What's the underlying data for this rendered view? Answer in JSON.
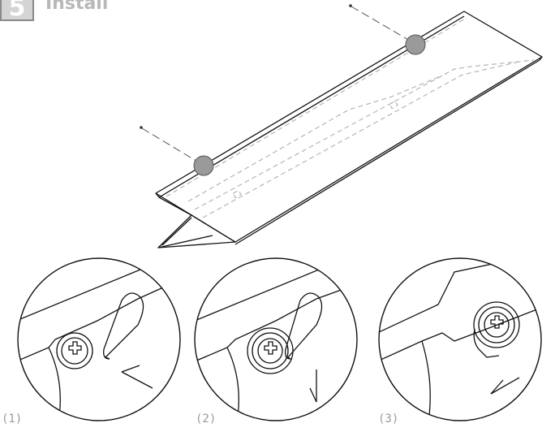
{
  "step": {
    "number": "5",
    "title": "Install"
  },
  "details": [
    {
      "label": "(1)"
    },
    {
      "label": "(2)"
    },
    {
      "label": "(3)"
    }
  ],
  "colors": {
    "line": "#111111",
    "hidden_line": "#b5b5b5",
    "marker": "#9a9a9a",
    "badge_bg": "#d4d4d4"
  },
  "icons": [
    "screw-icon",
    "marker-dot-icon"
  ]
}
